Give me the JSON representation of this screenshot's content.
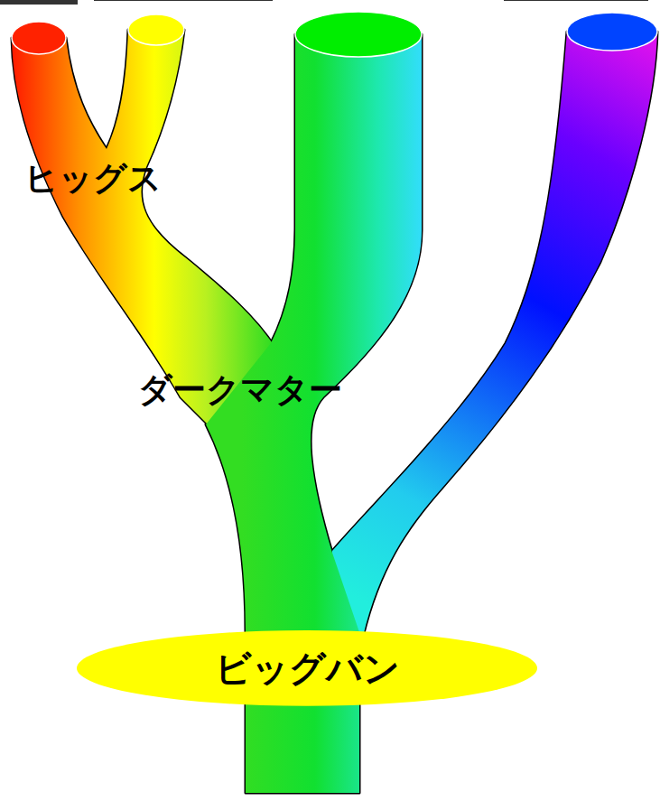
{
  "diagram": {
    "nodes": [
      {
        "text": [
          "ビッグバン"
        ]
      }
    ],
    "labels": [
      "ヒッグス",
      "ダークマター"
    ]
  }
}
